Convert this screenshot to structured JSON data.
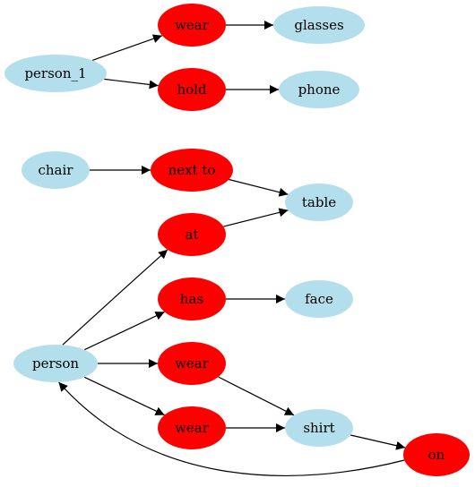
{
  "colors": {
    "entity_fill": "#b3dfed",
    "relation_fill": "#ff0000",
    "edge": "#000000",
    "text": "#000000"
  },
  "nodes": [
    {
      "id": "person_1",
      "label": "person_1",
      "kind": "entity"
    },
    {
      "id": "wear_1",
      "label": "wear",
      "kind": "relation"
    },
    {
      "id": "glasses",
      "label": "glasses",
      "kind": "entity"
    },
    {
      "id": "hold",
      "label": "hold",
      "kind": "relation"
    },
    {
      "id": "phone",
      "label": "phone",
      "kind": "entity"
    },
    {
      "id": "chair",
      "label": "chair",
      "kind": "entity"
    },
    {
      "id": "next_to",
      "label": "next to",
      "kind": "relation"
    },
    {
      "id": "table",
      "label": "table",
      "kind": "entity"
    },
    {
      "id": "at",
      "label": "at",
      "kind": "relation"
    },
    {
      "id": "has",
      "label": "has",
      "kind": "relation"
    },
    {
      "id": "face",
      "label": "face",
      "kind": "entity"
    },
    {
      "id": "person",
      "label": "person",
      "kind": "entity"
    },
    {
      "id": "wear_2",
      "label": "wear",
      "kind": "relation"
    },
    {
      "id": "wear_3",
      "label": "wear",
      "kind": "relation"
    },
    {
      "id": "shirt",
      "label": "shirt",
      "kind": "entity"
    },
    {
      "id": "on",
      "label": "on",
      "kind": "relation"
    }
  ],
  "edges": [
    {
      "from": "person_1",
      "to": "wear_1"
    },
    {
      "from": "wear_1",
      "to": "glasses"
    },
    {
      "from": "person_1",
      "to": "hold"
    },
    {
      "from": "hold",
      "to": "phone"
    },
    {
      "from": "chair",
      "to": "next_to"
    },
    {
      "from": "next_to",
      "to": "table"
    },
    {
      "from": "at",
      "to": "table"
    },
    {
      "from": "person",
      "to": "at"
    },
    {
      "from": "person",
      "to": "has"
    },
    {
      "from": "has",
      "to": "face"
    },
    {
      "from": "person",
      "to": "wear_2"
    },
    {
      "from": "person",
      "to": "wear_3"
    },
    {
      "from": "wear_2",
      "to": "shirt"
    },
    {
      "from": "wear_3",
      "to": "shirt"
    },
    {
      "from": "shirt",
      "to": "on"
    },
    {
      "from": "on",
      "to": "person"
    }
  ]
}
